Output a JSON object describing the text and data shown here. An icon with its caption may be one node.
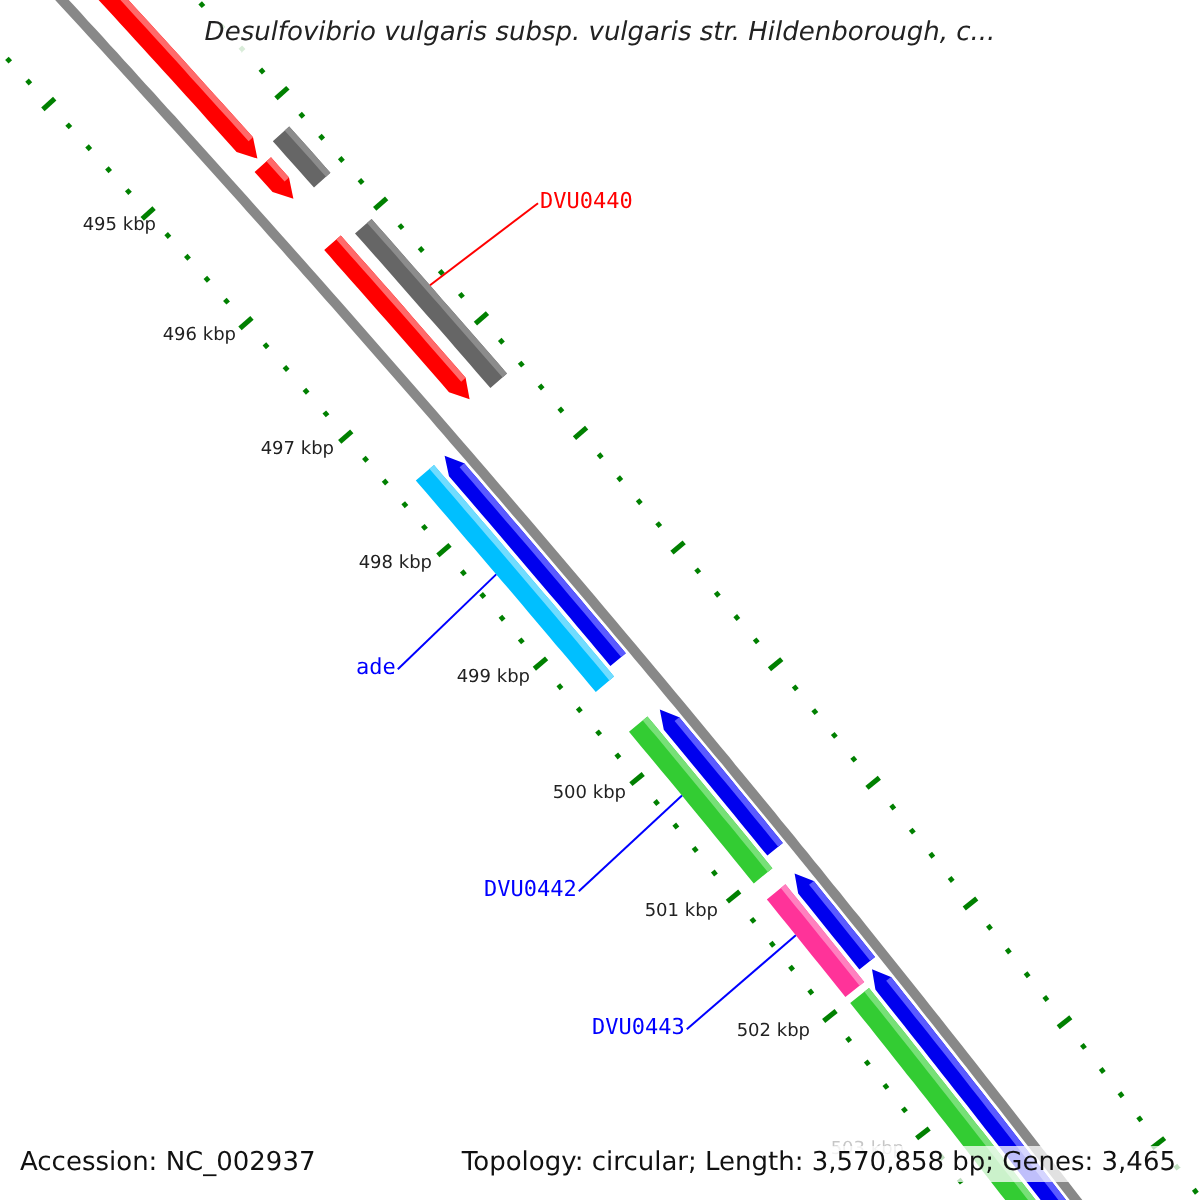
{
  "diagram": {
    "title": "Desulfovibrio vulgaris subsp. vulgaris str. Hildenborough, c...",
    "nodes": [
      {
        "text": [
          "DVU0440"
        ]
      },
      {
        "text": [],
        "shape": "bar"
      },
      {
        "text": [
          "ade"
        ]
      },
      {
        "text": [],
        "shape": "bar"
      },
      {
        "text": [
          "DVU0442"
        ]
      },
      {
        "text": [],
        "shape": "bar"
      },
      {
        "text": [
          "DVU0443"
        ]
      },
      {
        "text": [],
        "shape": "bar"
      }
    ],
    "edges": [
      {
        "from": 0,
        "to": 1,
        "arrow": "none",
        "color": "#ff0000"
      },
      {
        "from": 2,
        "to": 3,
        "arrow": "none"
      },
      {
        "from": 4,
        "to": 5,
        "arrow": "none"
      },
      {
        "from": 6,
        "to": 7,
        "arrow": "none"
      }
    ],
    "labels": [
      "495 kbp",
      "496 kbp",
      "497 kbp",
      "498 kbp",
      "499 kbp",
      "500 kbp",
      "501 kbp",
      "502 kbp",
      "503 kbp",
      "Accession: NC_002937",
      "Topology: circular; Length: 3,570,858 bp; Genes: 3,465"
    ]
  }
}
